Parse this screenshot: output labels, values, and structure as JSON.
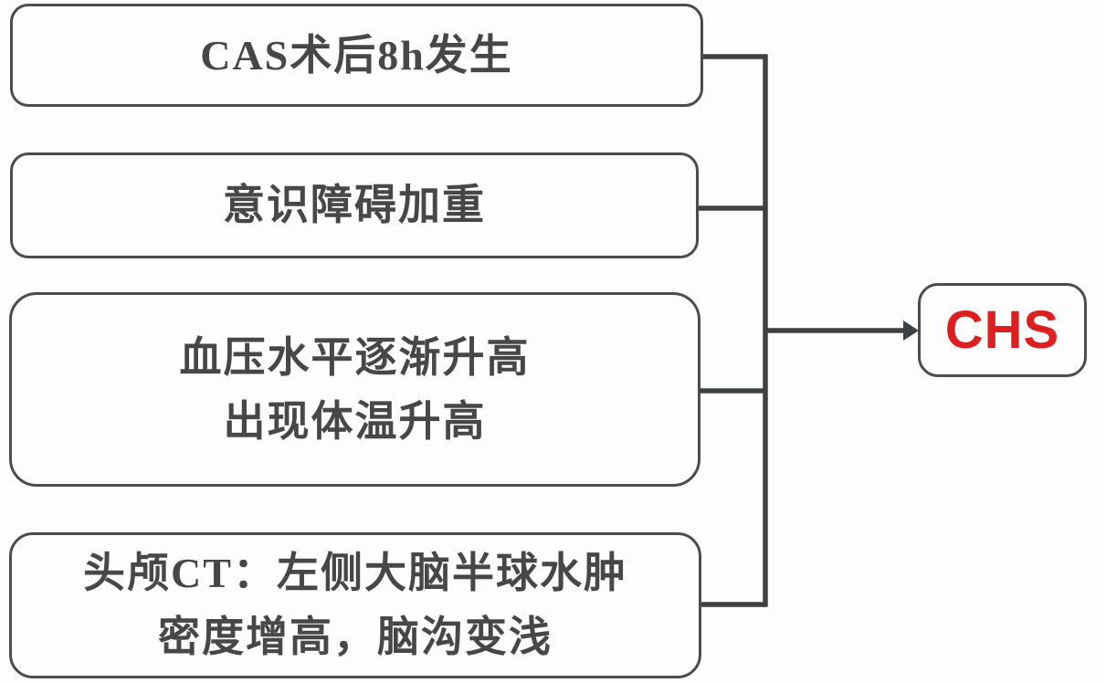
{
  "boxes": [
    {
      "id": "postop-onset",
      "lines": [
        "CAS术后8h发生"
      ]
    },
    {
      "id": "consciousness",
      "lines": [
        "意识障碍加重"
      ]
    },
    {
      "id": "bp-temp",
      "lines": [
        "血压水平逐渐升高",
        "出现体温升高"
      ]
    },
    {
      "id": "ct-findings",
      "lines": [
        "头颅CT：左侧大脑半球水肿",
        "密度增高，脑沟变浅"
      ]
    }
  ],
  "result": {
    "label": "CHS"
  },
  "colors": {
    "line-color": "#3e4144",
    "box-border-color": "#4c4c4c",
    "text-color": "#474747",
    "result-color": "#dd1f1f",
    "bg-color": "#fdfdfd"
  }
}
